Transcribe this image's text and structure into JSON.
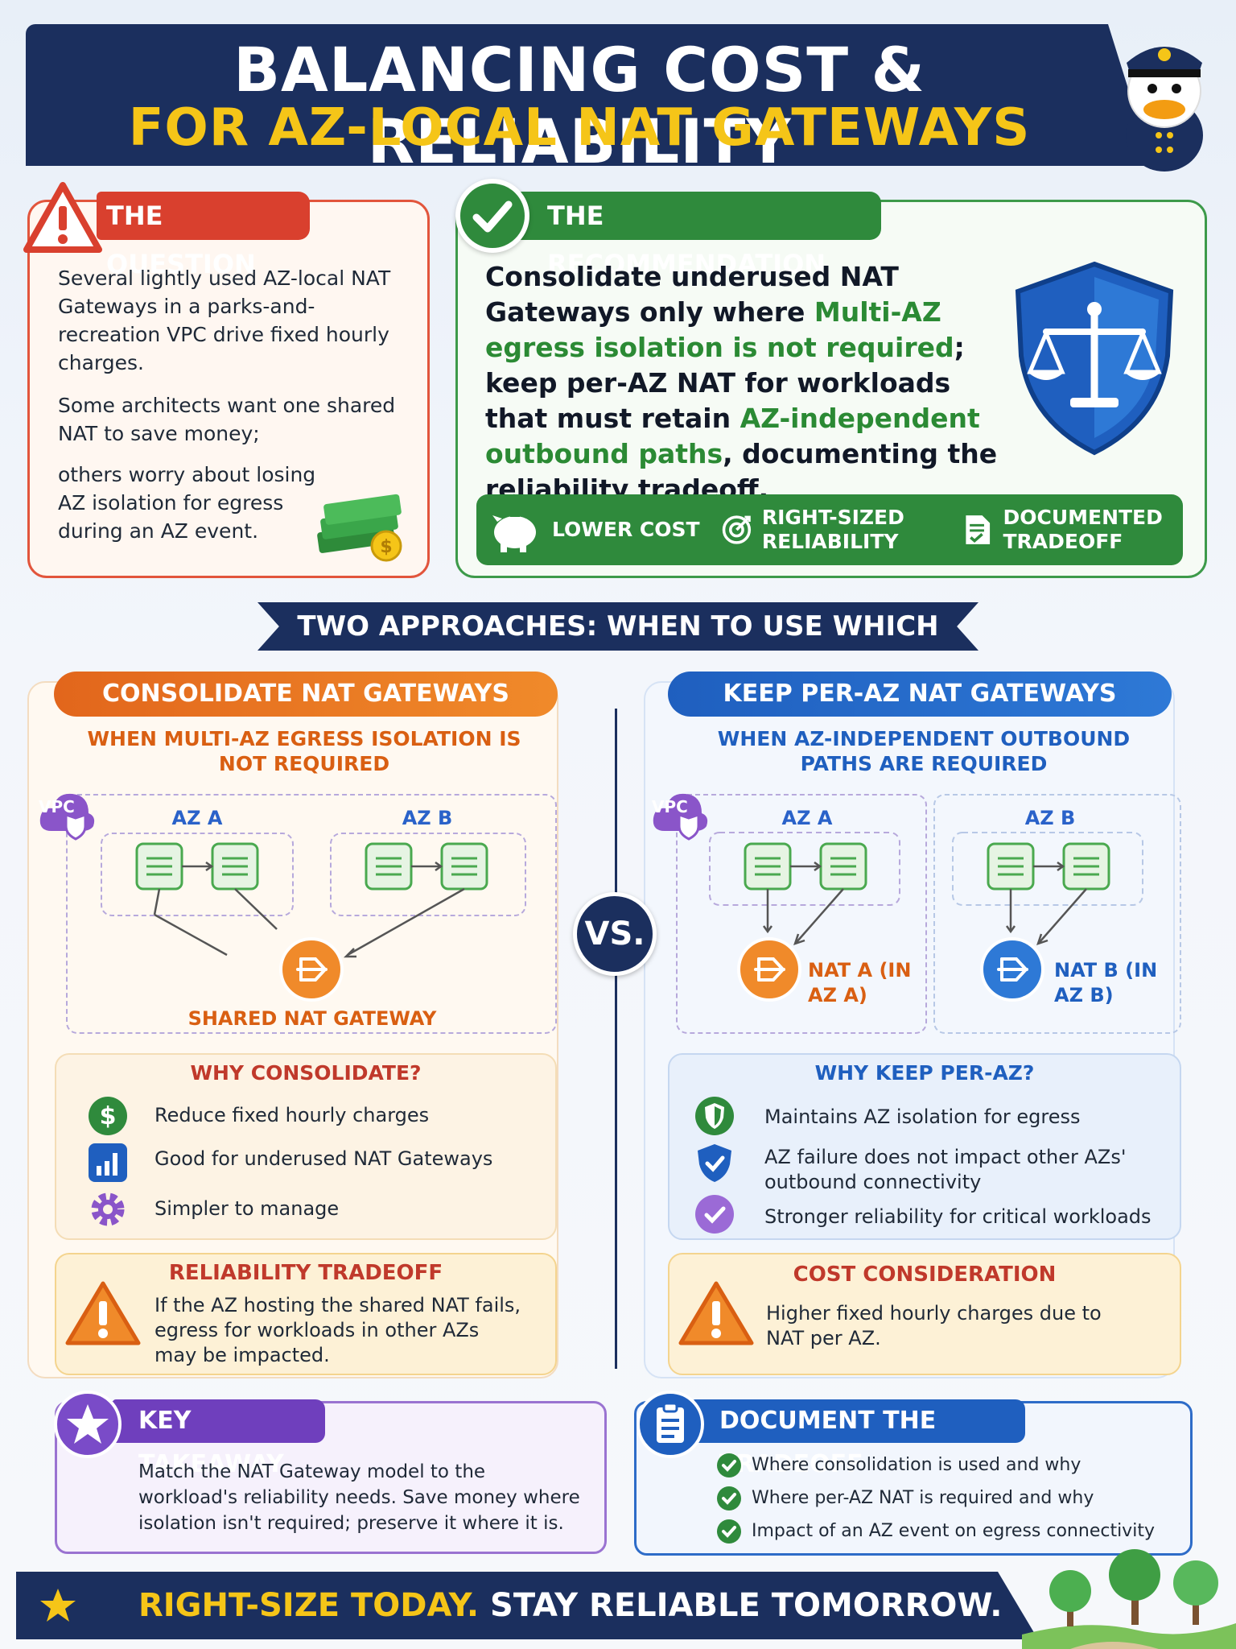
{
  "header": {
    "title_line1": "BALANCING COST & RELIABILITY",
    "title_line2": "FOR AZ-LOCAL NAT GATEWAYS",
    "mascot_icon": "duck-captain-mascot"
  },
  "question": {
    "label": "THE QUESTION",
    "paragraphs": [
      "Several lightly used AZ-local NAT Gateways in a parks-and-recreation VPC drive fixed hourly charges.",
      "Some architects want one shared NAT to save money;",
      "others worry about losing AZ isolation for egress during an AZ event."
    ]
  },
  "recommendation": {
    "label": "THE RECOMMENDATION",
    "text_parts": [
      "Consolidate underused NAT Gateways only where ",
      "Multi-AZ egress isolation is not required",
      "; keep per-AZ NAT for workloads that must retain ",
      "AZ-independent outbound paths",
      ", documenting the reliability tradeoff."
    ],
    "benefits": [
      "LOWER COST",
      "RIGHT-SIZED RELIABILITY",
      "DOCUMENTED TRADEOFF"
    ],
    "accent": "#2f8a3c"
  },
  "approaches": {
    "banner": "TWO APPROACHES: WHEN TO USE WHICH",
    "vs": "VS.",
    "left": {
      "title": "CONSOLIDATE NAT GATEWAYS",
      "subtitle": "WHEN MULTI-AZ EGRESS ISOLATION IS NOT REQUIRED",
      "vpc": "VPC",
      "az_a": "AZ A",
      "az_b": "AZ B",
      "nat_label": "SHARED NAT GATEWAY",
      "why_title": "WHY CONSOLIDATE?",
      "why_items": [
        "Reduce fixed hourly charges",
        "Good for underused NAT Gateways",
        "Simpler to manage"
      ],
      "tradeoff_title": "RELIABILITY TRADEOFF",
      "tradeoff_text": "If the AZ hosting the shared NAT fails, egress for workloads in other AZs may be impacted.",
      "accent": "#e2661c"
    },
    "right": {
      "title": "KEEP PER-AZ NAT GATEWAYS",
      "subtitle": "WHEN AZ-INDEPENDENT OUTBOUND PATHS ARE REQUIRED",
      "vpc": "VPC",
      "az_a": "AZ A",
      "az_b": "AZ B",
      "nat_a": "NAT A (IN AZ A)",
      "nat_b": "NAT B (IN AZ B)",
      "why_title": "WHY KEEP PER-AZ?",
      "why_items": [
        "Maintains AZ isolation for egress",
        "AZ failure does not impact other AZs' outbound connectivity",
        "Stronger reliability for critical workloads"
      ],
      "cost_title": "COST CONSIDERATION",
      "cost_text": "Higher fixed hourly charges due to NAT per AZ.",
      "accent": "#1f5fbf"
    }
  },
  "takeaway": {
    "label": "KEY TAKEAWAY",
    "text": "Match the NAT Gateway model to the workload's reliability needs. Save money where isolation isn't required; preserve it where it is."
  },
  "document": {
    "label": "DOCUMENT THE TRADEOFF",
    "items": [
      "Where consolidation is used and why",
      "Where per-AZ NAT is required and why",
      "Impact of an AZ event on egress connectivity"
    ]
  },
  "footer": {
    "part1": "RIGHT-SIZE TODAY.",
    "part2": "STAY RELIABLE TOMORROW."
  }
}
